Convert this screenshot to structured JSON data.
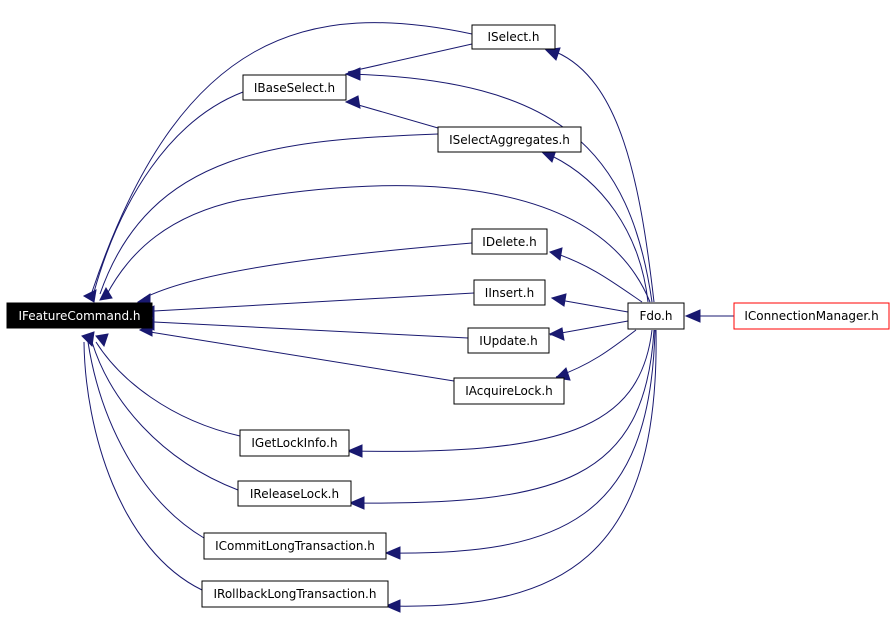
{
  "colors": {
    "edge": "#191970",
    "node_border": "#000000",
    "highlight_fill": "#000000",
    "highlight_text": "#ffffff",
    "external_border": "#ff0000"
  },
  "nodes": {
    "ifeaturecommand": "IFeatureCommand.h",
    "iselect": "ISelect.h",
    "ibaseselect": "IBaseSelect.h",
    "iselectaggregates": "ISelectAggregates.h",
    "idelete": "IDelete.h",
    "iinsert": "IInsert.h",
    "iupdate": "IUpdate.h",
    "iacquirelock": "IAcquireLock.h",
    "igetlockinfo": "IGetLockInfo.h",
    "ireleaselock": "IReleaseLock.h",
    "icommitlongtransaction": "ICommitLongTransaction.h",
    "irollbacklongtransaction": "IRollbackLongTransaction.h",
    "fdo": "Fdo.h",
    "iconnectionmanager": "IConnectionManager.h"
  }
}
